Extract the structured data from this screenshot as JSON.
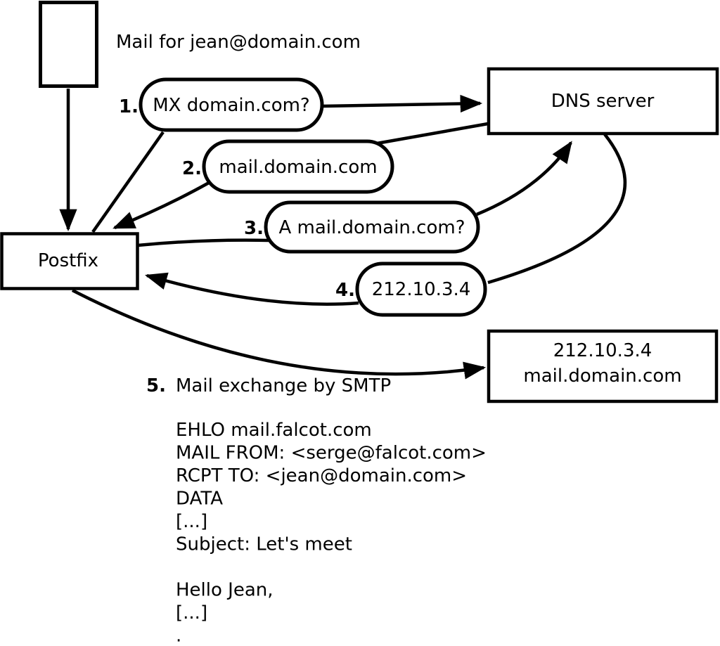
{
  "diagram": {
    "scenario_label": "Mail for jean@domain.com",
    "nodes": {
      "postfix": {
        "label": "Postfix"
      },
      "dns_server": {
        "label": "DNS server"
      },
      "mail_server": {
        "line1": "212.10.3.4",
        "line2": "mail.domain.com"
      }
    },
    "steps": [
      {
        "number": "1.",
        "label": "MX domain.com?"
      },
      {
        "number": "2.",
        "label": "mail.domain.com"
      },
      {
        "number": "3.",
        "label": "A mail.domain.com?"
      },
      {
        "number": "4.",
        "label": "212.10.3.4"
      },
      {
        "number": "5.",
        "label": "Mail exchange by SMTP"
      }
    ],
    "smtp_session": [
      "EHLO mail.falcot.com",
      "MAIL FROM: <serge@falcot.com>",
      "RCPT TO: <jean@domain.com>",
      "DATA",
      "[...]",
      "Subject: Let's meet",
      "",
      "Hello Jean,",
      "[...]",
      "."
    ],
    "colors": {
      "ink": "#000000",
      "paper": "#ffffff"
    }
  }
}
